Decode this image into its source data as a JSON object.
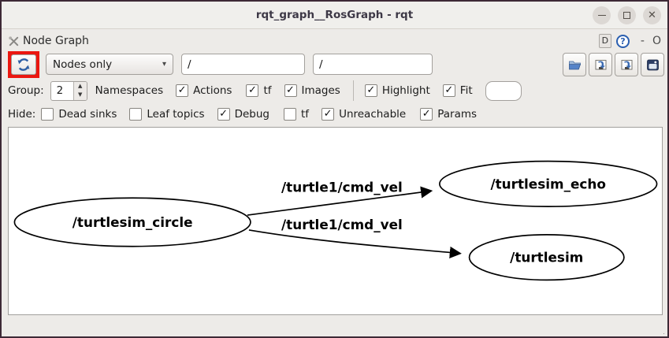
{
  "window": {
    "title": "rqt_graph__RosGraph - rqt",
    "close_glyph": "✕"
  },
  "dock": {
    "title": "Node Graph",
    "d_button_label": "D",
    "help_glyph": "?",
    "minimize_glyph": "-",
    "float_glyph": "O"
  },
  "toolbar": {
    "graph_type_value": "Nodes only",
    "combo_arrow": "▾",
    "node_filter_value": "/",
    "topic_filter_value": "/",
    "icons": [
      "refresh-icon",
      "open-dot-file-icon",
      "save-dot-file-icon",
      "save-svg-icon",
      "save-image-icon"
    ]
  },
  "options_row": {
    "group_label": "Group:",
    "group_value": "2",
    "spin_up": "▲",
    "spin_down": "▼",
    "namespaces_label": "Namespaces",
    "checkboxes": [
      {
        "label": "Actions",
        "checked": true
      },
      {
        "label": "tf",
        "checked": true
      },
      {
        "label": "Images",
        "checked": true
      }
    ],
    "view_checkboxes": [
      {
        "label": "Highlight",
        "checked": true
      },
      {
        "label": "Fit",
        "checked": true
      }
    ],
    "extra_field_value": ""
  },
  "hide_row": {
    "label": "Hide:",
    "checkboxes": [
      {
        "label": "Dead sinks",
        "checked": false
      },
      {
        "label": "Leaf topics",
        "checked": false
      },
      {
        "label": "Debug",
        "checked": true
      },
      {
        "label": "tf",
        "checked": false
      },
      {
        "label": "Unreachable",
        "checked": true
      },
      {
        "label": "Params",
        "checked": true
      }
    ]
  },
  "graph": {
    "nodes": [
      {
        "label": "/turtlesim_circle"
      },
      {
        "label": "/turtlesim_echo"
      },
      {
        "label": "/turtlesim"
      }
    ],
    "edges": [
      {
        "from": "/turtlesim_circle",
        "to": "/turtlesim_echo",
        "label": "/turtle1/cmd_vel"
      },
      {
        "from": "/turtlesim_circle",
        "to": "/turtlesim",
        "label": "/turtle1/cmd_vel"
      }
    ]
  },
  "colors": {
    "highlight_red": "#eb1710",
    "refresh_blue": "#2e5fa3",
    "help_blue": "#2b5fb0",
    "window_border": "#3d2936"
  }
}
